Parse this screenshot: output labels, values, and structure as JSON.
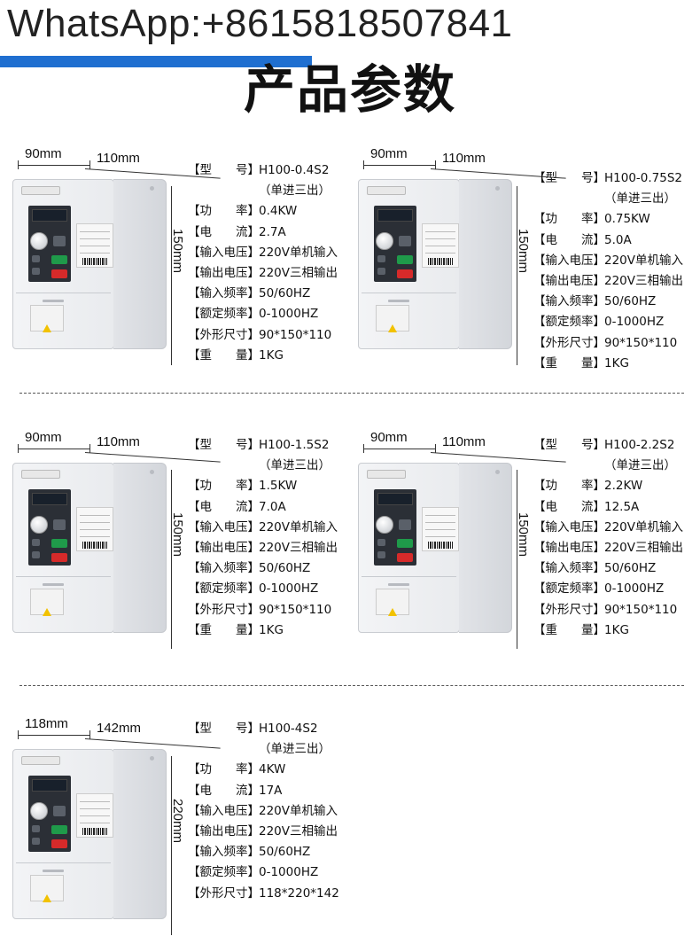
{
  "watermark": "WhatsApp:+8615818507841",
  "page_title": "产品参数",
  "colors": {
    "accent_bar": "#1f6fd0"
  },
  "products": [
    {
      "dims": {
        "width": "90mm",
        "depth": "110mm",
        "height": "150mm"
      },
      "specs": [
        {
          "label": "【型　　号】",
          "value": "H100-0.4S2"
        },
        {
          "label": "",
          "value": "（单进三出）"
        },
        {
          "label": "【功　　率】",
          "value": "0.4KW"
        },
        {
          "label": "【电　　流】",
          "value": "2.7A"
        },
        {
          "label": "【输入电压】",
          "value": "220V单机输入"
        },
        {
          "label": "【输出电压】",
          "value": "220V三相输出"
        },
        {
          "label": "【输入频率】",
          "value": "50/60HZ"
        },
        {
          "label": "【额定频率】",
          "value": "0-1000HZ"
        },
        {
          "label": "【外形尺寸】",
          "value": "90*150*110"
        },
        {
          "label": "【重　　量】",
          "value": "1KG"
        }
      ]
    },
    {
      "dims": {
        "width": "90mm",
        "depth": "110mm",
        "height": "150mm"
      },
      "specs": [
        {
          "label": "【型　　号】",
          "value": "H100-0.75S2"
        },
        {
          "label": "",
          "value": "（单进三出）"
        },
        {
          "label": "【功　　率】",
          "value": "0.75KW"
        },
        {
          "label": "【电　　流】",
          "value": "5.0A"
        },
        {
          "label": "【输入电压】",
          "value": "220V单机输入"
        },
        {
          "label": "【输出电压】",
          "value": "220V三相输出"
        },
        {
          "label": "【输入频率】",
          "value": "50/60HZ"
        },
        {
          "label": "【额定频率】",
          "value": "0-1000HZ"
        },
        {
          "label": "【外形尺寸】",
          "value": "90*150*110"
        },
        {
          "label": "【重　　量】",
          "value": "1KG"
        }
      ]
    },
    {
      "dims": {
        "width": "90mm",
        "depth": "110mm",
        "height": "150mm"
      },
      "specs": [
        {
          "label": "【型　　号】",
          "value": "H100-1.5S2"
        },
        {
          "label": "",
          "value": "（单进三出）"
        },
        {
          "label": "【功　　率】",
          "value": "1.5KW"
        },
        {
          "label": "【电　　流】",
          "value": "7.0A"
        },
        {
          "label": "【输入电压】",
          "value": "220V单机输入"
        },
        {
          "label": "【输出电压】",
          "value": "220V三相输出"
        },
        {
          "label": "【输入频率】",
          "value": "50/60HZ"
        },
        {
          "label": "【额定频率】",
          "value": "0-1000HZ"
        },
        {
          "label": "【外形尺寸】",
          "value": "90*150*110"
        },
        {
          "label": "【重　　量】",
          "value": "1KG"
        }
      ]
    },
    {
      "dims": {
        "width": "90mm",
        "depth": "110mm",
        "height": "150mm"
      },
      "specs": [
        {
          "label": "【型　　号】",
          "value": "H100-2.2S2"
        },
        {
          "label": "",
          "value": "（单进三出）"
        },
        {
          "label": "【功　　率】",
          "value": "2.2KW"
        },
        {
          "label": "【电　　流】",
          "value": "12.5A"
        },
        {
          "label": "【输入电压】",
          "value": "220V单机输入"
        },
        {
          "label": "【输出电压】",
          "value": "220V三相输出"
        },
        {
          "label": "【输入频率】",
          "value": "50/60HZ"
        },
        {
          "label": "【额定频率】",
          "value": "0-1000HZ"
        },
        {
          "label": "【外形尺寸】",
          "value": "90*150*110"
        },
        {
          "label": "【重　　量】",
          "value": "1KG"
        }
      ]
    },
    {
      "dims": {
        "width": "118mm",
        "depth": "142mm",
        "height": "220mm"
      },
      "specs": [
        {
          "label": "【型　　号】",
          "value": "H100-4S2"
        },
        {
          "label": "",
          "value": "（单进三出）"
        },
        {
          "label": "【功　　率】",
          "value": "4KW"
        },
        {
          "label": "【电　　流】",
          "value": " 17A"
        },
        {
          "label": "【输入电压】",
          "value": "220V单机输入"
        },
        {
          "label": "【输出电压】",
          "value": "220V三相输出"
        },
        {
          "label": "【输入频率】",
          "value": "50/60HZ"
        },
        {
          "label": "【额定频率】",
          "value": "0-1000HZ"
        },
        {
          "label": "【外形尺寸】",
          "value": "118*220*142"
        }
      ]
    }
  ]
}
